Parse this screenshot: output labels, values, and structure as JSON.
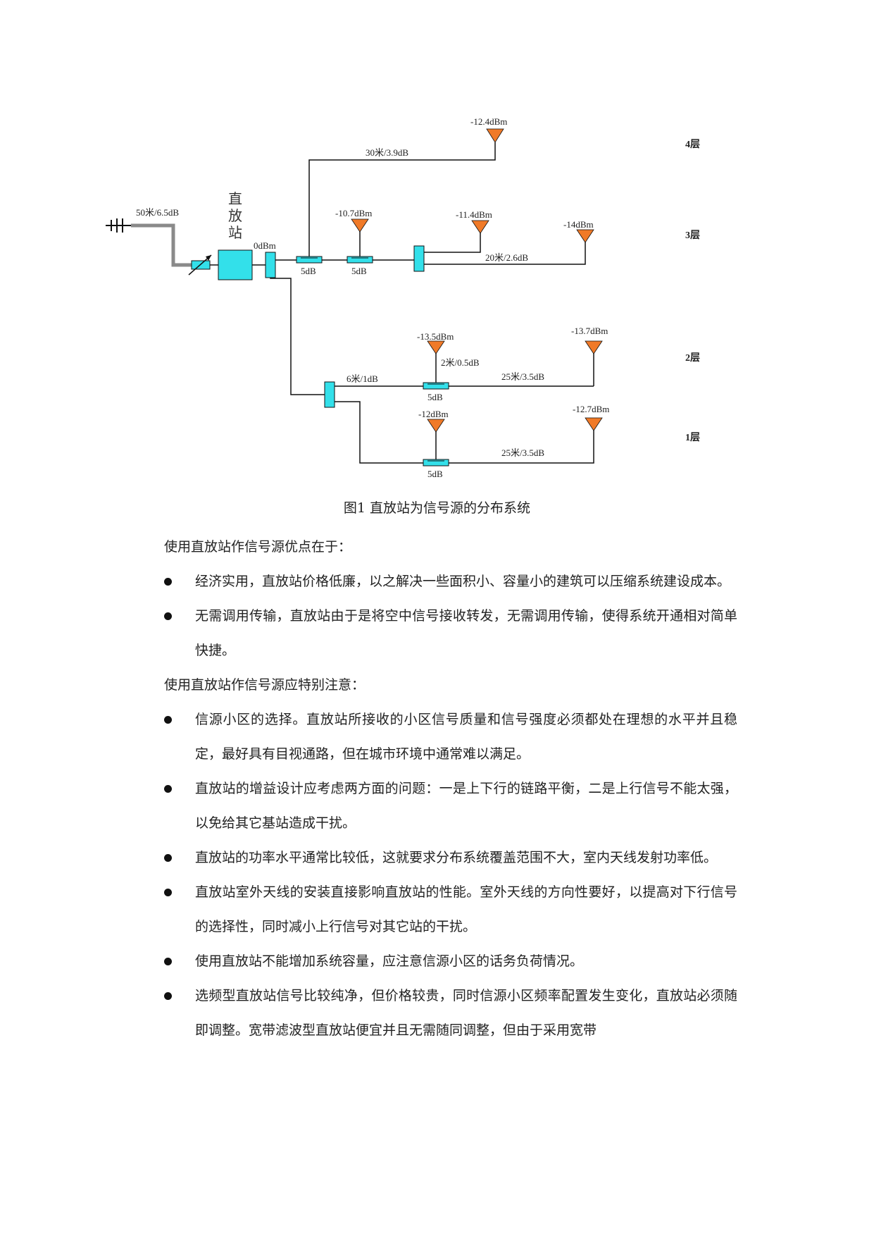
{
  "diagram": {
    "floors": [
      "4层",
      "3层",
      "2层",
      "1层"
    ],
    "repeater_label": [
      "直",
      "放",
      "站"
    ],
    "cables": {
      "donor": "50米/6.5dB",
      "floor4": "30米/3.9dB",
      "floor3": "20米/2.6dB",
      "floor2_branch": "6米/1dB",
      "floor2_short": "2米/0.5dB",
      "floor2": "25米/3.5dB",
      "floor1": "25米/3.5dB"
    },
    "levels": {
      "repeater_out": "0dBm",
      "f4": "-12.4dBm",
      "f3a": "-10.7dBm",
      "f3b": "-11.4dBm",
      "f3c": "-14dBm",
      "f2a": "-13.5dBm",
      "f2b": "-13.7dBm",
      "f1a": "-12dBm",
      "f1b": "-12.7dBm"
    },
    "couplers": {
      "c1": "5dB",
      "c2": "5dB",
      "c3": "5dB",
      "c4": "5dB"
    },
    "colors": {
      "device": "#33e0ea",
      "antenna": "#f07a28",
      "line": "#111111",
      "donor_cable": "#8a8a8a"
    }
  },
  "caption": "图1 直放站为信号源的分布系统",
  "intro1": "使用直放站作信号源优点在于：",
  "advantages": [
    "经济实用，直放站价格低廉，以之解决一些面积小、容量小的建筑可以压缩系统建设成本。",
    "无需调用传输，直放站由于是将空中信号接收转发，无需调用传输，使得系统开通相对简单快捷。"
  ],
  "intro2": "使用直放站作信号源应特别注意：",
  "notes": [
    "信源小区的选择。直放站所接收的小区信号质量和信号强度必须都处在理想的水平并且稳定，最好具有目视通路，但在城市环境中通常难以满足。",
    "直放站的增益设计应考虑两方面的问题：一是上下行的链路平衡，二是上行信号不能太强，以免给其它基站造成干扰。",
    "直放站的功率水平通常比较低，这就要求分布系统覆盖范围不大，室内天线发射功率低。",
    "直放站室外天线的安装直接影响直放站的性能。室外天线的方向性要好，以提高对下行信号的选择性，同时减小上行信号对其它站的干扰。",
    "使用直放站不能增加系统容量，应注意信源小区的话务负荷情况。",
    "选频型直放站信号比较纯净，但价格较贵，同时信源小区频率配置发生变化，直放站必须随即调整。宽带滤波型直放站便宜并且无需随同调整，但由于采用宽带"
  ]
}
